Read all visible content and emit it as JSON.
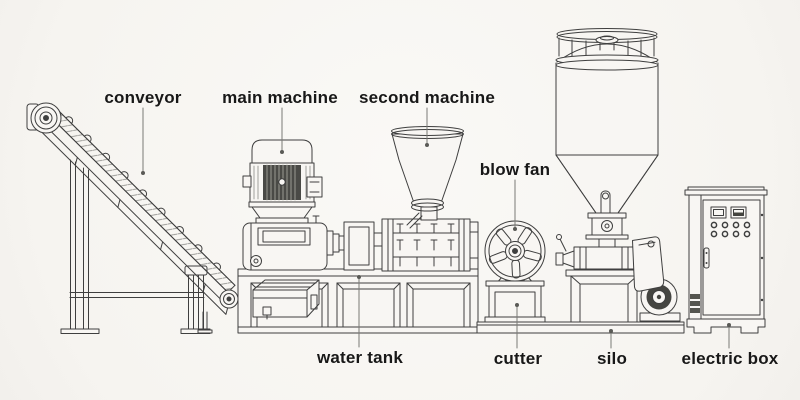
{
  "diagram": {
    "background_color": "#f7f5f2",
    "line_color": "#3f3f3f",
    "label_text_color": "#181818",
    "leader_line_color": "#7a7a76",
    "labels": [
      {
        "id": "conveyor",
        "text": "conveyor"
      },
      {
        "id": "main-machine",
        "text": "main machine"
      },
      {
        "id": "second-machine",
        "text": "second machine"
      },
      {
        "id": "blow-fan",
        "text": "blow fan"
      },
      {
        "id": "water-tank",
        "text": "water tank"
      },
      {
        "id": "cutter",
        "text": "cutter"
      },
      {
        "id": "silo",
        "text": "silo"
      },
      {
        "id": "electric-box",
        "text": "electric box"
      }
    ]
  }
}
